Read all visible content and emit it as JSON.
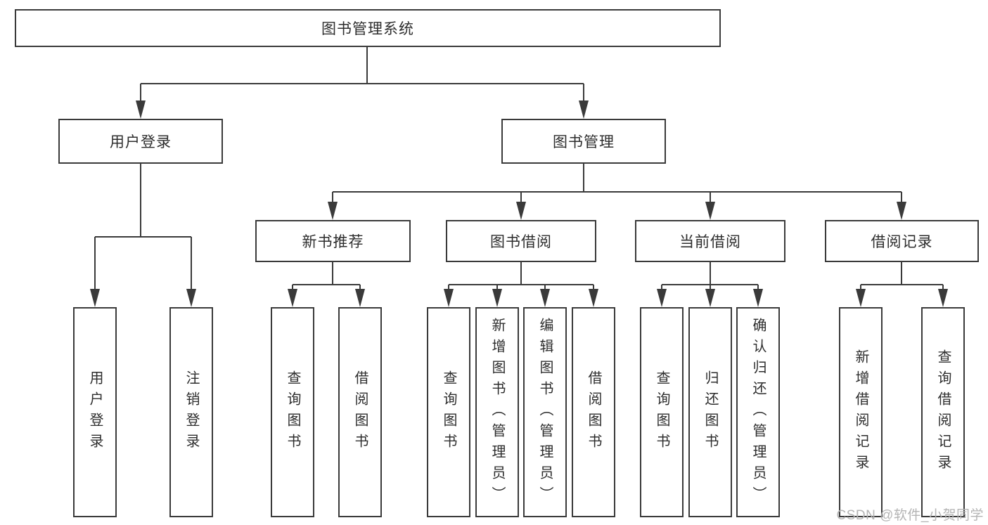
{
  "colors": {
    "line": "#3a3a3a",
    "text": "#2d2d2d",
    "box-bg": "#ffffff",
    "watermark": "#b4b4b4",
    "background": "#ffffff"
  },
  "tree": {
    "root": {
      "label": "图书管理系统"
    },
    "branches": [
      {
        "label": "用户登录",
        "children": [
          {
            "label": "用户登录"
          },
          {
            "label": "注销登录"
          }
        ]
      },
      {
        "label": "图书管理",
        "groups": [
          {
            "label": "新书推荐",
            "children": [
              {
                "label": "查询图书"
              },
              {
                "label": "借阅图书"
              }
            ]
          },
          {
            "label": "图书借阅",
            "children": [
              {
                "label": "查询图书"
              },
              {
                "label": "新增图书（管理员）"
              },
              {
                "label": "编辑图书（管理员）"
              },
              {
                "label": "借阅图书"
              }
            ]
          },
          {
            "label": "当前借阅",
            "children": [
              {
                "label": "查询图书"
              },
              {
                "label": "归还图书"
              },
              {
                "label": "确认归还（管理员）"
              }
            ]
          },
          {
            "label": "借阅记录",
            "children": [
              {
                "label": "新增借阅记录"
              },
              {
                "label": "查询借阅记录"
              }
            ]
          }
        ]
      }
    ]
  },
  "watermark": {
    "text": "CSDN @软件_小贺同学"
  }
}
